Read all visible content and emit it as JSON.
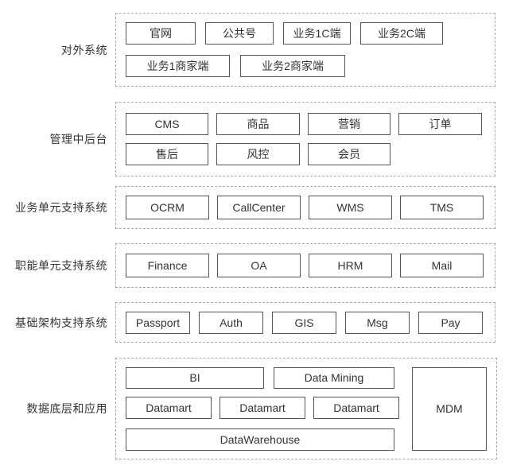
{
  "colors": {
    "box_border": "#545454",
    "dashed_border": "#aaaaaa",
    "text": "#333333",
    "background": "#ffffff"
  },
  "diagram": {
    "type": "layered-architecture",
    "sections": [
      {
        "label": "对外系统",
        "rows": [
          [
            "官网",
            "公共号",
            "业务1C端",
            "业务2C端"
          ],
          [
            "业务1商家端",
            "业务2商家端"
          ]
        ]
      },
      {
        "label": "管理中后台",
        "rows": [
          [
            "CMS",
            "商品",
            "营销",
            "订单"
          ],
          [
            "售后",
            "风控",
            "会员"
          ]
        ]
      },
      {
        "label": "业务单元支持系统",
        "rows": [
          [
            "OCRM",
            "CallCenter",
            "WMS",
            "TMS"
          ]
        ]
      },
      {
        "label": "职能单元支持系统",
        "rows": [
          [
            "Finance",
            "OA",
            "HRM",
            "Mail"
          ]
        ]
      },
      {
        "label": "基础架构支持系统",
        "rows": [
          [
            "Passport",
            "Auth",
            "GIS",
            "Msg",
            "Pay"
          ]
        ]
      },
      {
        "label": "数据底层和应用",
        "rows": [
          [
            "BI",
            "Data Mining"
          ],
          [
            "Datamart",
            "Datamart",
            "Datamart"
          ],
          [
            "DataWarehouse"
          ]
        ],
        "side_box": "MDM"
      }
    ]
  }
}
